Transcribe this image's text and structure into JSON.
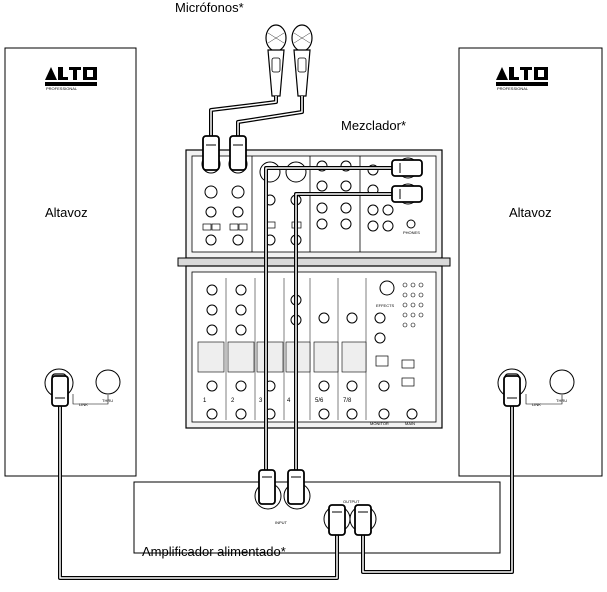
{
  "labels": {
    "microphones": "Micrófonos*",
    "mixer": "Mezclador*",
    "speaker_left": "Altavoz",
    "speaker_right": "Altavoz",
    "amplifier": "Amplificador alimentado*"
  },
  "brand": {
    "logo_text": "LTO",
    "logo_subtext": "PROFESSIONAL"
  },
  "jack_labels": {
    "link": "LINK",
    "thru": "THRU",
    "input": "INPUT",
    "output": "OUTPUT"
  },
  "mixer_channels": [
    "1",
    "2",
    "3",
    "4",
    "5/6",
    "7/8"
  ],
  "mixer_sections": {
    "monitor": "MONITOR",
    "main": "MAIN",
    "effects": "EFFECTS",
    "phones": "PHONES"
  },
  "colors": {
    "line": "#000000",
    "background": "#ffffff",
    "mixer_panel": "#d9d9d9"
  }
}
